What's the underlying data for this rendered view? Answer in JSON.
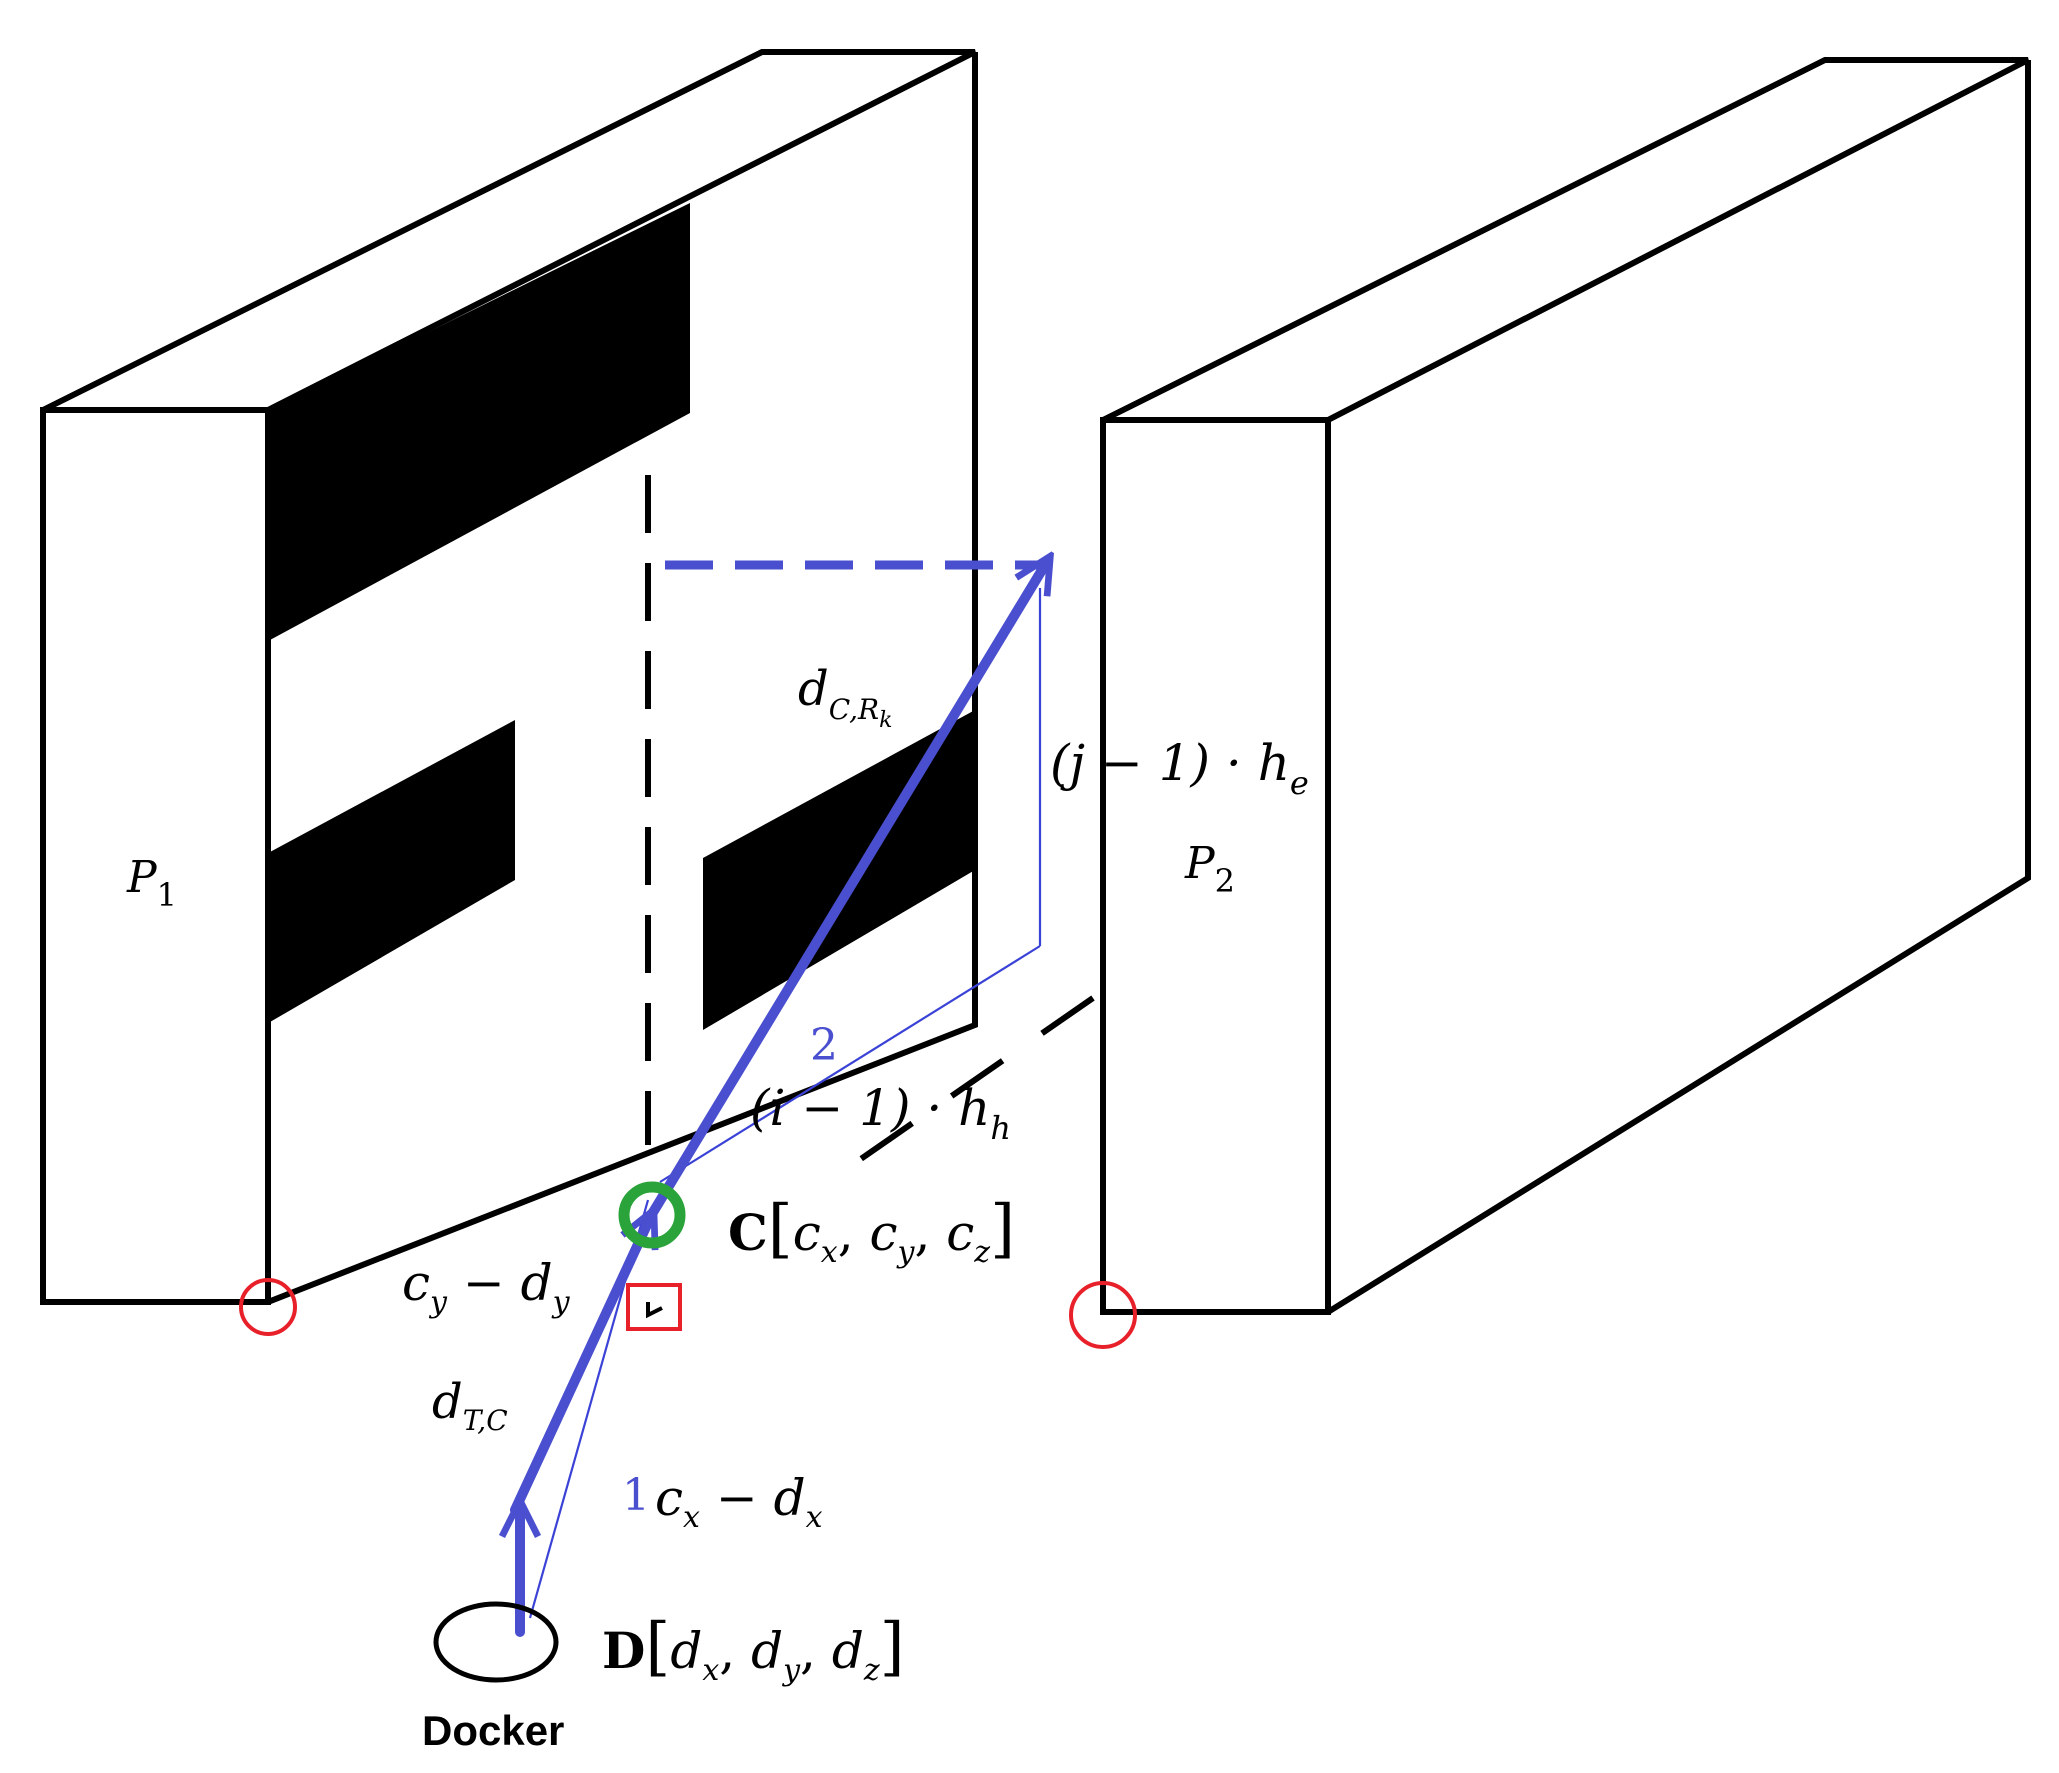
{
  "colors": {
    "ink": "#000000",
    "blue": "#4a4fcf",
    "thin_blue": "#3b43d6",
    "red": "#e8202a",
    "green": "#2aa33a"
  },
  "labels": {
    "p1": {
      "base": "P",
      "sub": "1"
    },
    "p2": {
      "base": "P",
      "sub": "2"
    },
    "d_c_rk": {
      "base": "d",
      "sub": "C,R",
      "subsub": "k"
    },
    "j_he": {
      "pre": "(j − 1) · h",
      "sub": "e"
    },
    "step2": "2",
    "i_hh": {
      "pre": "(i − 1) · h",
      "sub": "h"
    },
    "c_point": {
      "bold": "C",
      "open": "[",
      "c1": "c",
      "s1": "x",
      "c2": "c",
      "s2": "y",
      "c3": "c",
      "s3": "z",
      "close": "]"
    },
    "cy_dy": {
      "a": "c",
      "as": "y",
      "mid": " − ",
      "b": "d",
      "bs": "y"
    },
    "d_tc": {
      "base": "d",
      "sub": "T,C"
    },
    "step1": "1",
    "cx_dx": {
      "a": "c",
      "as": "x",
      "mid": " − ",
      "b": "d",
      "bs": "x"
    },
    "d_point": {
      "bold": "D",
      "open": "[",
      "c1": "d",
      "s1": "x",
      "c2": "d",
      "s2": "y",
      "c3": "d",
      "s3": "z",
      "close": "]"
    },
    "docker": "Docker"
  }
}
